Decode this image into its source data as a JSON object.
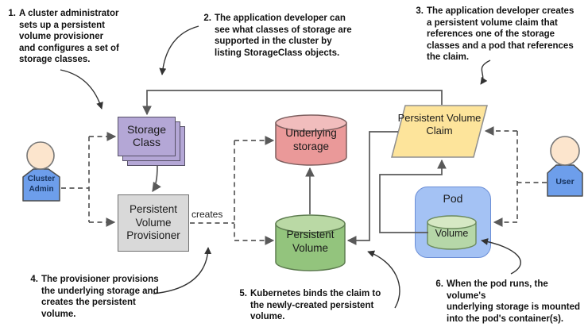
{
  "title": "Kubernetes persistent volume provisioning diagram",
  "annotations": [
    {
      "num": "1.",
      "text": "A cluster administrator\nsets up a persistent\nvolume provisioner\nand configures a set of\nstorage classes."
    },
    {
      "num": "2.",
      "text": "The application developer can\nsee what classes of storage are\nsupported in the cluster by\nlisting StorageClass objects."
    },
    {
      "num": "3.",
      "text": "The application developer creates\na persistent volume claim that\nreferences one of the storage\nclasses and a pod that references\nthe claim."
    },
    {
      "num": "4.",
      "text": "The provisioner provisions\nthe underlying storage and\ncreates the persistent\nvolume."
    },
    {
      "num": "5.",
      "text": "Kubernetes binds the claim to\nthe newly-created persistent\nvolume."
    },
    {
      "num": "6.",
      "text": "When the pod runs, the volume's\nunderlying storage is mounted\ninto the pod's container(s)."
    }
  ],
  "nodes": {
    "storage_class": {
      "label": "Storage Class"
    },
    "pv_provisioner": {
      "label": "Persistent Volume Provisioner"
    },
    "underlying_storage": {
      "label": "Underlying storage"
    },
    "persistent_volume": {
      "label": "Persistent Volume"
    },
    "pvc": {
      "label": "Persistent Volume Claim"
    },
    "pod": {
      "label": "Pod"
    },
    "volume": {
      "label": "Volume"
    },
    "cluster_admin": {
      "label": "Cluster\nAdmin"
    },
    "user": {
      "label": "User"
    }
  },
  "edge_labels": {
    "creates": "creates"
  },
  "colors": {
    "storage_class_fill": "#b4a7d6",
    "provisioner_fill": "#d9d9d9",
    "underlying_storage_fill": "#ea9999",
    "underlying_storage_top": "#f1bdbd",
    "persistent_volume_fill": "#93c47d",
    "persistent_volume_top": "#bad9a5",
    "pvc_fill": "#fde49b",
    "pod_fill": "#a4c2f4",
    "volume_fill": "#b6d7a8",
    "volume_top": "#d6e8c4",
    "person_body_fill": "#6d9eeb",
    "person_head_fill": "#fce5cd",
    "connector": "#595959",
    "annotation_arrow": "#333333"
  }
}
